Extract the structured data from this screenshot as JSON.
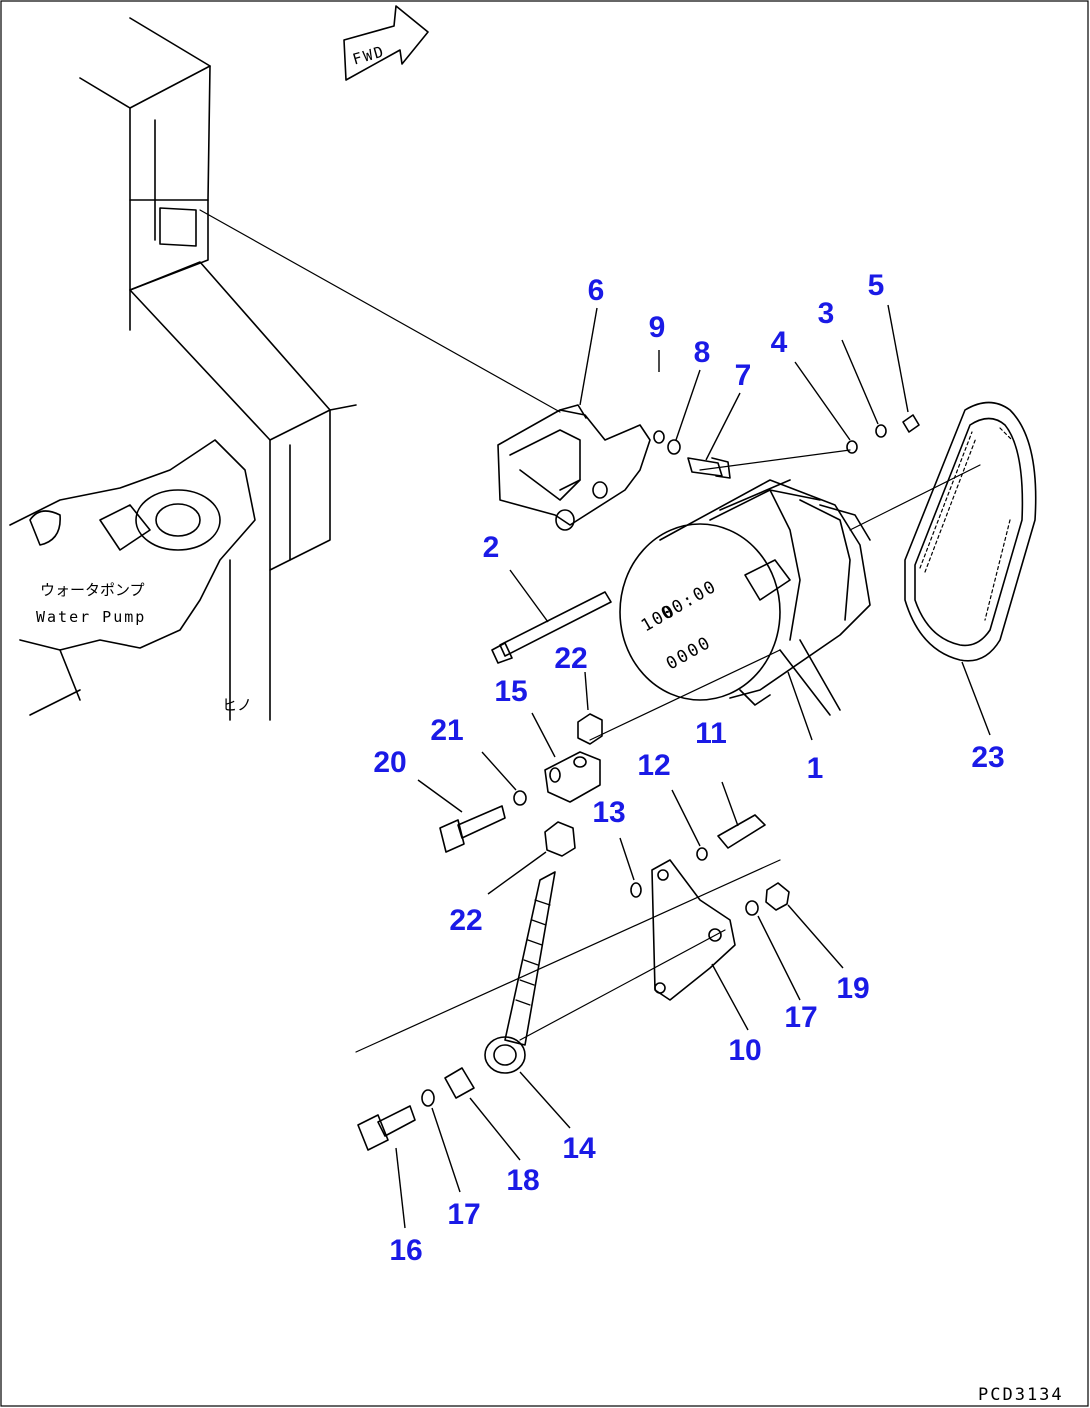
{
  "fwd_label": "FWD",
  "water_pump_jp": "ウォータポンプ",
  "water_pump_en": "Water Pump",
  "piping_jp": "ヒノ",
  "drawing_code": "PCD3134",
  "colors": {
    "callout": "#1a1ae6",
    "line": "#000000"
  },
  "callouts": [
    "1",
    "2",
    "3",
    "4",
    "5",
    "6",
    "7",
    "8",
    "9",
    "10",
    "11",
    "12",
    "13",
    "14",
    "15",
    "16",
    "17",
    "17",
    "18",
    "19",
    "20",
    "21",
    "22",
    "22",
    "23"
  ]
}
